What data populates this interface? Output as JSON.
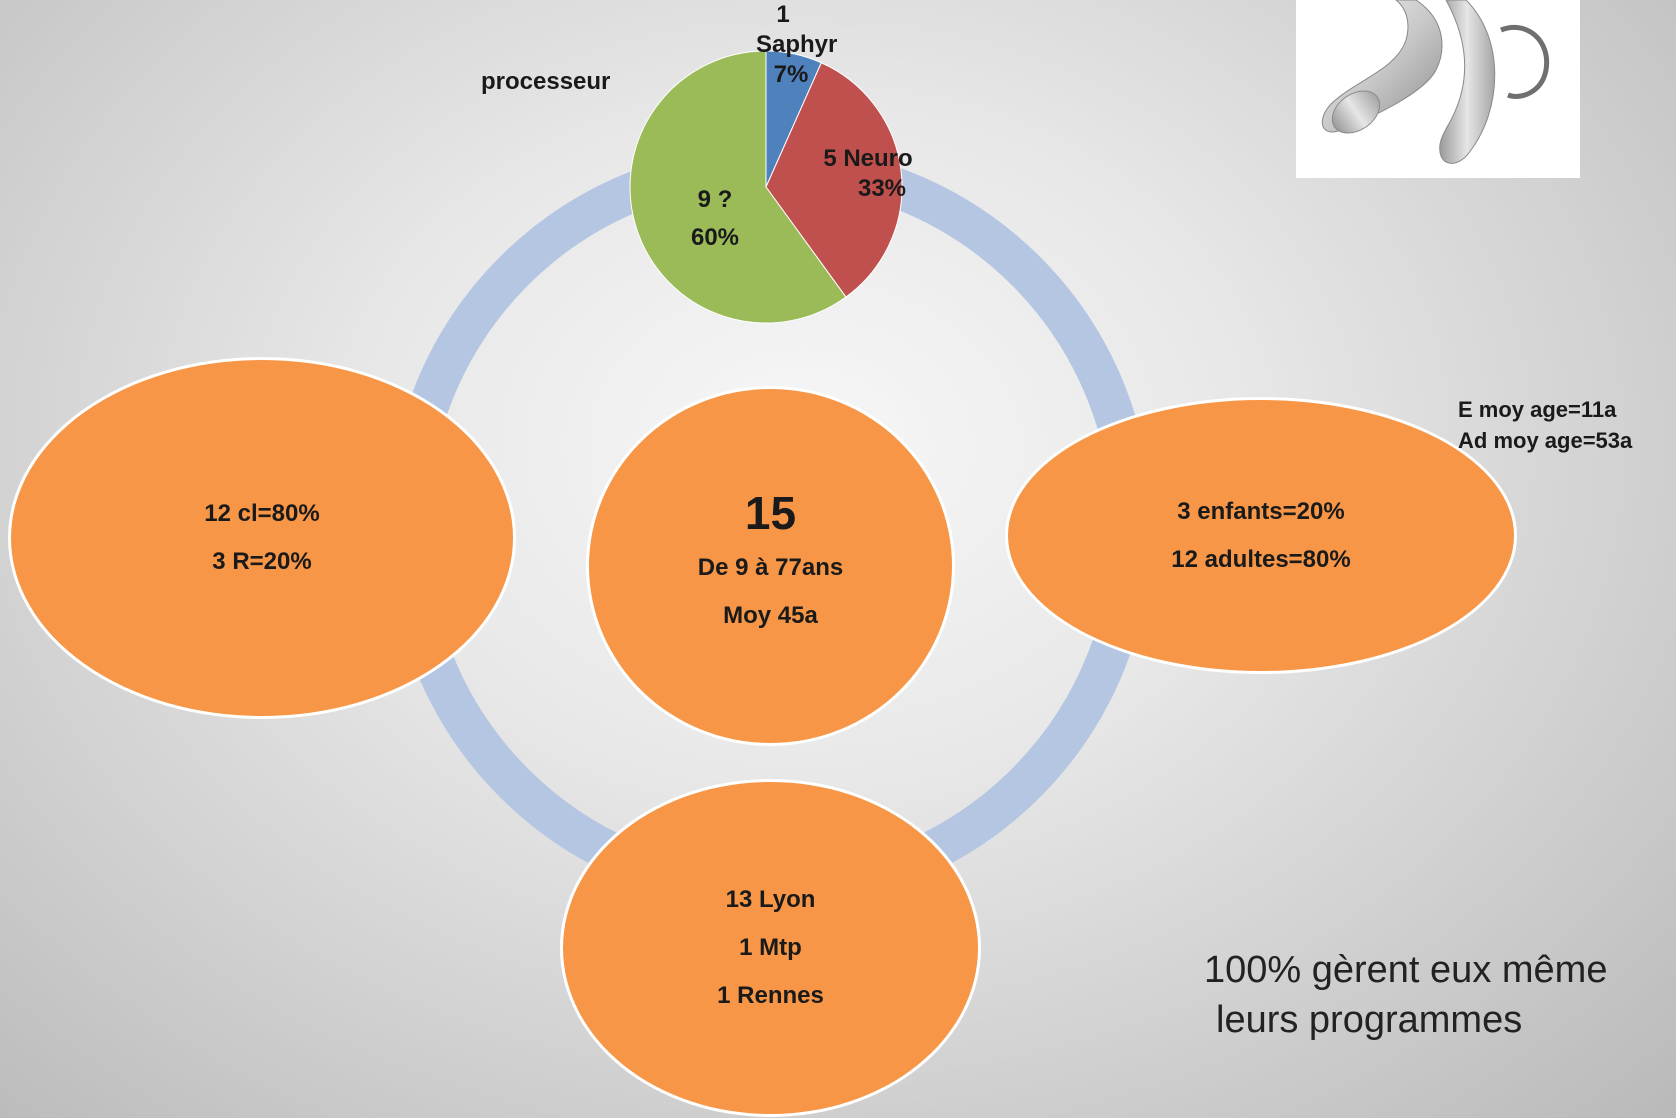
{
  "pie": {
    "label": "processeur",
    "slices": [
      {
        "count": "1",
        "name": "Saphyr",
        "percent": "7%",
        "color": "#4f81bd",
        "value": 1
      },
      {
        "count": "5",
        "name": "Neuro",
        "percent": "33%",
        "color": "#c0504d",
        "value": 5
      },
      {
        "count": "9",
        "name": "?",
        "percent": "60%",
        "color": "#9bbb59",
        "value": 9
      }
    ]
  },
  "chart_data": {
    "type": "pie",
    "title": "processeur",
    "categories": [
      "Saphyr",
      "Neuro",
      "?"
    ],
    "values": [
      1,
      5,
      9
    ],
    "percent_labels": [
      "7%",
      "33%",
      "60%"
    ]
  },
  "center": {
    "number": "15",
    "line1": "De 9 à 77ans",
    "line2": "Moy 45a"
  },
  "left": {
    "line1": "12 cl=80%",
    "line2": "3 R=20%"
  },
  "right": {
    "line1": "3 enfants=20%",
    "line2": "12 adultes=80%"
  },
  "bottom": {
    "line1": "13 Lyon",
    "line2": "1 Mtp",
    "line3": "1 Rennes"
  },
  "age_note": {
    "line1": "E moy age=11a",
    "line2": "Ad moy age=53a"
  },
  "footer_note": {
    "line1": "100% gèrent eux même",
    "line2": "leurs programmes"
  },
  "colors": {
    "ring": "#b4c6e2",
    "oval": "#f79646",
    "oval_border": "#ffffff"
  },
  "image": {
    "icon": "cochlear-processor-image"
  }
}
